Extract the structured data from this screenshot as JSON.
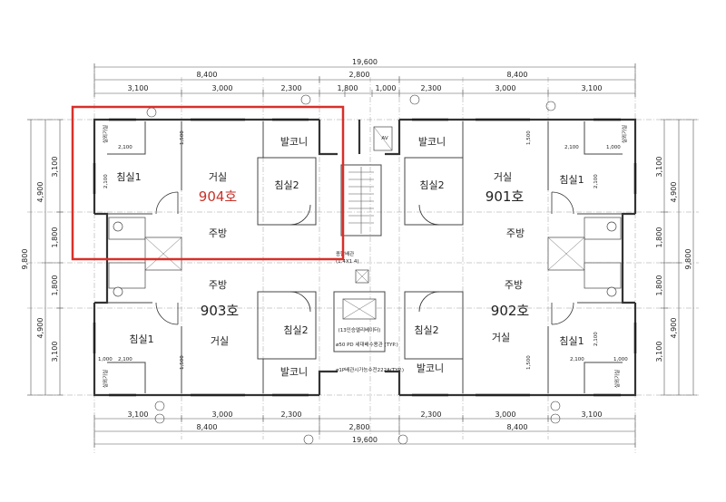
{
  "dimensions": {
    "overall": "19,600",
    "top_half_left": "8,400",
    "top_center": "2,800",
    "top_half_right": "8,400",
    "top_segments": [
      "3,100",
      "3,000",
      "2,300",
      "1,800",
      "1,000",
      "2,300",
      "3,000",
      "3,100"
    ],
    "bottom_segments": [
      "3,100",
      "3,000",
      "2,300",
      "2,300",
      "3,000",
      "3,100"
    ],
    "bottom_half_left": "8,400",
    "bottom_center": "2,800",
    "bottom_half_right": "8,400",
    "side_total": "9,800",
    "side_major": "4,900",
    "side_row_upper": "3,100",
    "side_mid": "1,800",
    "side_row_lower": "3,100",
    "inner_width": "2,100",
    "inner_depth": "1,500",
    "inner_small": "1,000"
  },
  "units": [
    {
      "number": "904호",
      "highlight": true,
      "color": "#c8322a"
    },
    {
      "number": "901호",
      "highlight": false
    },
    {
      "number": "903호",
      "highlight": false
    },
    {
      "number": "902호",
      "highlight": false
    }
  ],
  "rooms": {
    "bedroom1": "침실1",
    "bedroom2": "침실2",
    "living": "거실",
    "kitchen": "주방",
    "balcony": "발코니",
    "utility": "실외기실"
  },
  "annotations": {
    "core_top": "AV",
    "core_mid_1": "종합배관",
    "core_mid_2": "(1.4X1.4)",
    "core_elev": "(13인승엘리베이터)",
    "core_note_1": "ø50 PD 세대배수용관 (TYP.)",
    "core_note_2": "ø1P배관시가능수전222A(TYP.)"
  },
  "colors": {
    "highlight_box": "#d8302a",
    "highlight_text": "#c8322a"
  }
}
